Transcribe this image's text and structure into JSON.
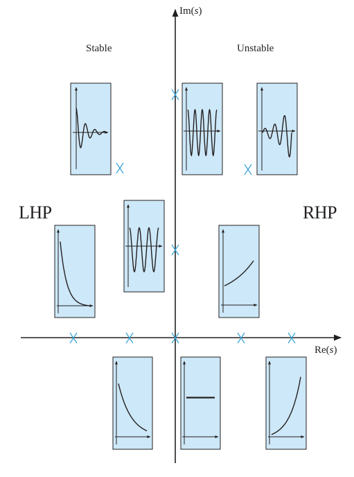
{
  "labels": {
    "stable": "Stable",
    "unstable": "Unstable",
    "lhp": "LHP",
    "rhp": "RHP",
    "im_axis": "Im(s)",
    "re_axis": "Re(s)"
  },
  "colors": {
    "panel_fill": "#cde8f8",
    "axis": "#231f20",
    "pole_marker": "#3ba6d9",
    "curve": "#231f20"
  },
  "poles": [
    {
      "id": "complex-stable-lower",
      "kind": "complex-pair-member",
      "region": "LHP"
    },
    {
      "id": "imag-upper",
      "kind": "pure-imaginary",
      "region": "axis"
    },
    {
      "id": "complex-unstable-lower",
      "kind": "complex-pair-member",
      "region": "RHP"
    },
    {
      "id": "imag-lower",
      "kind": "pure-imaginary",
      "region": "axis"
    },
    {
      "id": "real-far-left",
      "kind": "real",
      "region": "LHP"
    },
    {
      "id": "real-near-left",
      "kind": "real",
      "region": "LHP"
    },
    {
      "id": "origin",
      "kind": "origin",
      "region": "axis"
    },
    {
      "id": "real-near-right",
      "kind": "real",
      "region": "RHP"
    },
    {
      "id": "real-far-right",
      "kind": "real",
      "region": "RHP"
    }
  ],
  "panels": [
    {
      "id": "damped-oscillation",
      "response": "decaying oscillation"
    },
    {
      "id": "sustained-oscillation-high",
      "response": "constant-amplitude oscillation"
    },
    {
      "id": "growing-oscillation",
      "response": "growing oscillation"
    },
    {
      "id": "exponential-decay-fast",
      "response": "fast exponential decay"
    },
    {
      "id": "sustained-oscillation-low",
      "response": "constant-amplitude oscillation"
    },
    {
      "id": "exponential-growth-slow",
      "response": "slow exponential growth"
    },
    {
      "id": "exponential-decay-slow",
      "response": "slow exponential decay"
    },
    {
      "id": "constant-response",
      "response": "constant"
    },
    {
      "id": "exponential-growth-fast",
      "response": "fast exponential growth"
    }
  ]
}
